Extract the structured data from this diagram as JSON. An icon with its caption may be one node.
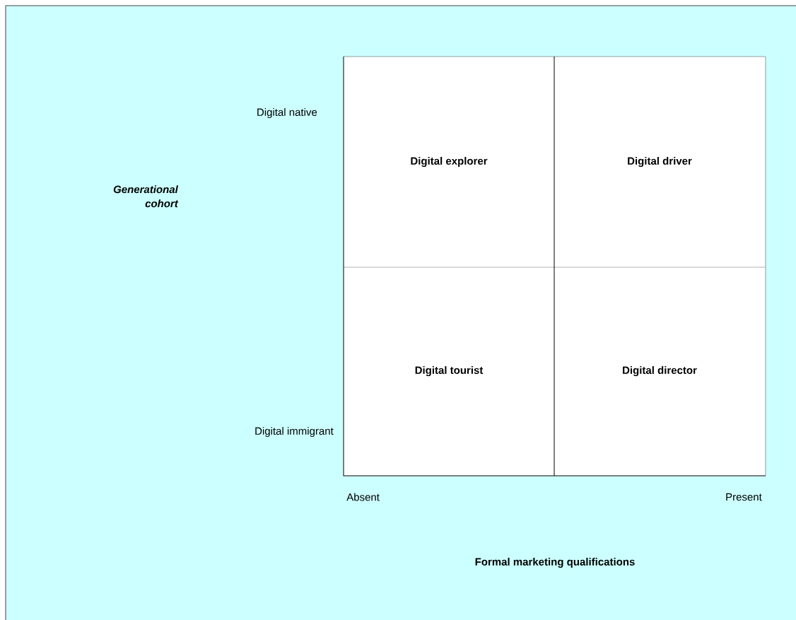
{
  "diagram": {
    "nodes": [
      {
        "text": [
          "Digital explorer"
        ]
      },
      {
        "text": [
          "Digital driver"
        ]
      },
      {
        "text": [
          "Digital tourist"
        ]
      },
      {
        "text": [
          "Digital director"
        ]
      }
    ],
    "labels": [
      "Digital native",
      "Generational cohort",
      "Digital immigrant",
      "Absent",
      "Present",
      "Formal marketing qualifications"
    ]
  }
}
